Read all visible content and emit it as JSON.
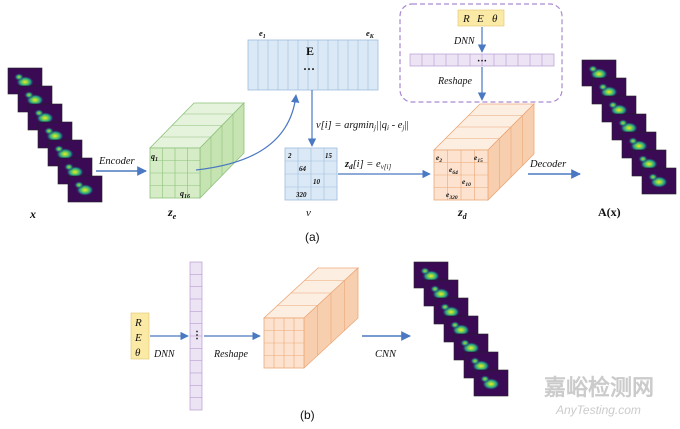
{
  "part_a": {
    "panel_label": "(a)",
    "input_label": "x",
    "encoder_label": "Encoder",
    "ze_label": "z",
    "ze_sub": "e",
    "ze_q1": "q",
    "ze_q1_sub": "1",
    "ze_q16": "q",
    "ze_q16_sub": "16",
    "codebook_title": "E",
    "codebook_dots": "···",
    "codebook_e1": "e",
    "codebook_e1_sub": "1",
    "codebook_eK": "e",
    "codebook_eK_sub": "K",
    "argmin_formula": "v[i] = argmin",
    "argmin_sub": "j",
    "argmin_rest": "||q",
    "argmin_i": "i",
    "argmin_minus": " - e",
    "argmin_j": "j",
    "argmin_end": "||",
    "v_label": "v",
    "v_cells": [
      "2",
      "15",
      "64",
      "10",
      "320"
    ],
    "zd_formula": "z",
    "zd_formula_sub": "d",
    "zd_formula_mid": "[i] = e",
    "zd_formula_sub2": "v[i]",
    "zd_label": "z",
    "zd_sub": "d",
    "zd_cells": [
      "e",
      "e",
      "e",
      "e",
      "e"
    ],
    "zd_cells_sub": [
      "2",
      "15",
      "64",
      "10",
      "320"
    ],
    "decoder_label": "Decoder",
    "output_label": "A(x)",
    "cond_R": "R",
    "cond_E": "E",
    "cond_theta": "θ",
    "dnn_label": "DNN",
    "reshape_label": "Reshape",
    "vec_dots": "···"
  },
  "part_b": {
    "panel_label": "(b)",
    "cond_R": "R",
    "cond_E": "E",
    "cond_theta": "θ",
    "dnn_label": "DNN",
    "vec_dots": "⋮",
    "reshape_label": "Reshape",
    "cnn_label": "CNN"
  },
  "watermark": {
    "cn": "嘉峪检测网",
    "en": "AnyTesting.com"
  },
  "colors": {
    "arrow": "#4a78c2",
    "green_face": "#d5ecc6",
    "green_line": "#8cc27a",
    "blue_face": "#dbe9f6",
    "blue_line": "#9dbcdc",
    "orange_face": "#fde3cf",
    "orange_line": "#eca777",
    "purple_face": "#ece3f4",
    "purple_line": "#b79bd3",
    "cond_box": "#fbe9a6",
    "dashed_box": "#a98ad0",
    "frame_bg": "#3a0a55"
  }
}
